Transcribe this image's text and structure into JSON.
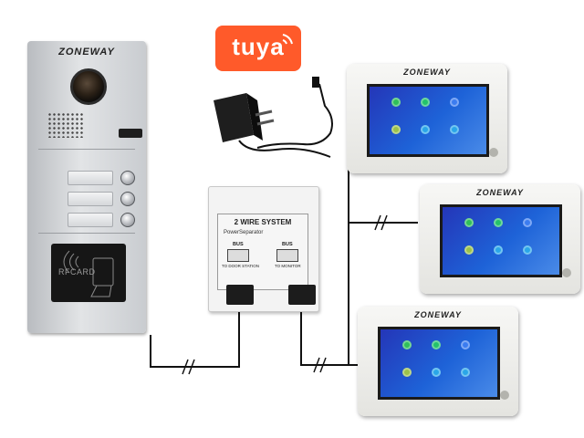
{
  "brand": "ZONEWAY",
  "tuya": "tuya",
  "door_station": {
    "rfid_label": "RFCARD"
  },
  "separator": {
    "title": "2 WIRE SYSTEM",
    "subtitle": "PowerSeparator",
    "left_bus": "BUS",
    "right_bus": "BUS",
    "left_terminal": "TO DOOR STATION",
    "right_terminal": "TO MONITOR"
  },
  "monitor_icons": [
    {
      "name": "monitor-icon",
      "color": "#2fbf5a"
    },
    {
      "name": "phone-icon",
      "color": "#23c26b"
    },
    {
      "name": "record-icon",
      "color": "#3b7cf0"
    },
    {
      "name": "setting-icon",
      "color": "#9cc24a"
    },
    {
      "name": "intercom-icon",
      "color": "#2aa6e8"
    },
    {
      "name": "standby-icon",
      "color": "#2aa6e8"
    }
  ],
  "colors": {
    "tuya": "#ff5a2a",
    "screen": "#1e63d8",
    "wire": "#111111"
  }
}
